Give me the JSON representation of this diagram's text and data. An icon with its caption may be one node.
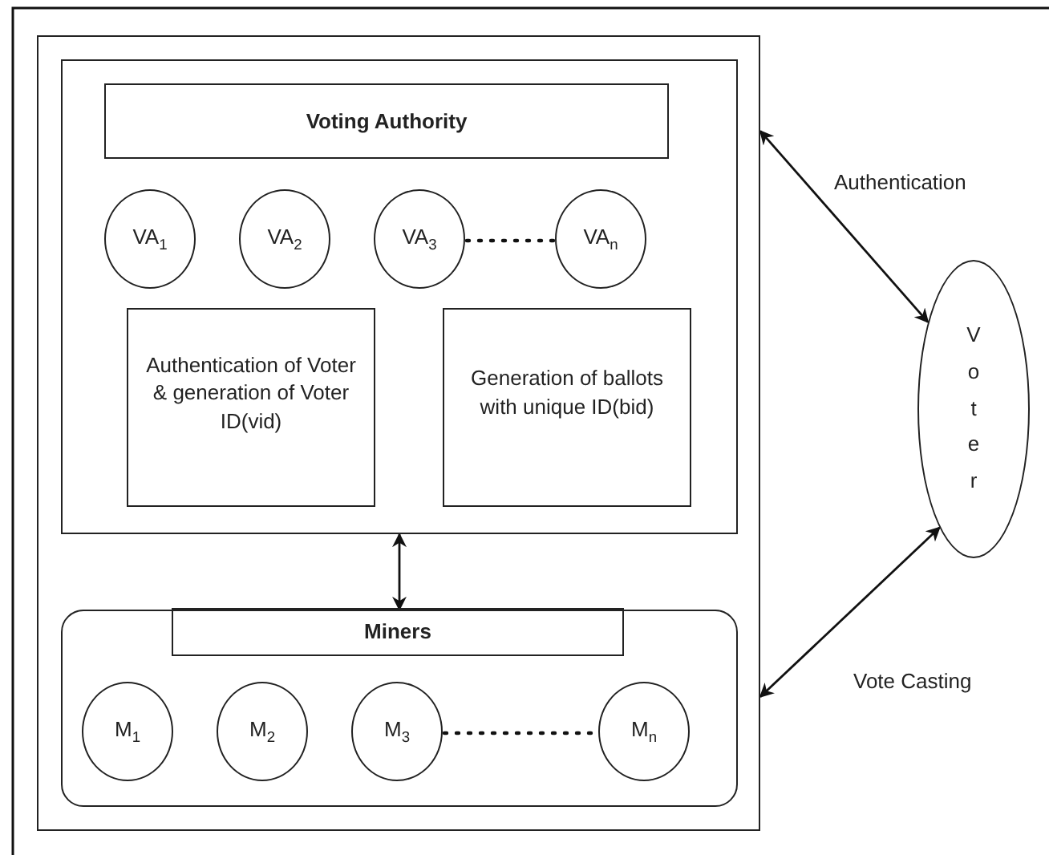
{
  "diagram": {
    "nodes": [
      {
        "text": [],
        "shape": "box"
      },
      {
        "text": [],
        "shape": "box",
        "in": 0
      },
      {
        "text": [
          "Voting Authority"
        ],
        "in": 1
      },
      {
        "text": [
          "VA$_{1}$"
        ],
        "in": 1
      },
      {
        "text": [
          "VA$_{2}$"
        ],
        "in": 1
      },
      {
        "text": [
          "VA$_{3}$"
        ],
        "in": 1
      },
      {
        "text": [
          "VA$_{n}$"
        ],
        "in": 1
      },
      {
        "text": [
          "Authentication of Voter & generation of Voter ID(vid)"
        ],
        "in": 1
      },
      {
        "text": [
          "Generation of ballots with unique ID(bid)"
        ],
        "in": 1
      },
      {
        "text": [],
        "shape": "box",
        "in": 0
      },
      {
        "text": [
          "Miners"
        ],
        "in": 9
      },
      {
        "text": [
          "M$_{1}$"
        ],
        "in": 9
      },
      {
        "text": [
          "M$_{2}$"
        ],
        "in": 9
      },
      {
        "text": [
          "M$_{3}$"
        ],
        "in": 9
      },
      {
        "text": [
          "M$_{n}$"
        ],
        "in": 9
      },
      {
        "text": [
          "Voter"
        ]
      }
    ],
    "edges": [
      {
        "from": 0,
        "to": 15,
        "arrow": "both",
        "label": "Authentication"
      },
      {
        "from": 5,
        "to": 6,
        "arrow": "none",
        "style": "dashed"
      },
      {
        "from": 1,
        "to": 9,
        "arrow": "both"
      },
      {
        "from": 13,
        "to": 14,
        "arrow": "none",
        "style": "dashed"
      },
      {
        "from": 0,
        "to": 15,
        "arrow": "both",
        "label": "Vote Casting"
      }
    ]
  }
}
